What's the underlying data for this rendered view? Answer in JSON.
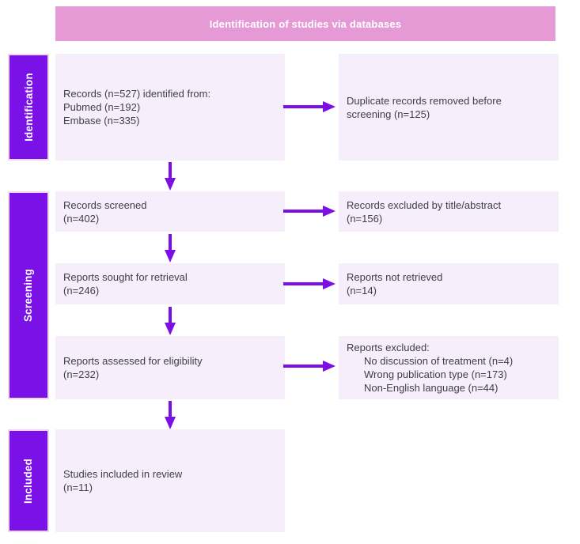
{
  "header": {
    "banner": "Identification of studies via databases"
  },
  "stages": {
    "identification": "Identification",
    "screening": "Screening",
    "included": "Included"
  },
  "flow": {
    "records_identified": {
      "lines": [
        "Records (n=527) identified from:",
        "Pubmed (n=192)",
        "Embase (n=335)"
      ]
    },
    "duplicates_removed": {
      "lines": [
        "Duplicate records removed before",
        "screening (n=125)"
      ]
    },
    "records_screened": {
      "lines": [
        "Records screened",
        "(n=402)"
      ]
    },
    "records_excluded": {
      "lines": [
        "Records excluded by title/abstract",
        "(n=156)"
      ]
    },
    "reports_sought": {
      "lines": [
        "Reports sought for retrieval",
        "(n=246)"
      ]
    },
    "reports_not_retrieved": {
      "lines": [
        "Reports not retrieved",
        "(n=14)"
      ]
    },
    "reports_assessed": {
      "lines": [
        "Reports assessed for eligibility",
        "(n=232)"
      ]
    },
    "reports_excluded": {
      "title": "Reports excluded:",
      "items": [
        "No discussion of treatment (n=4)",
        "Wrong publication type (n=173)",
        "Non-English language (n=44)"
      ]
    },
    "studies_included": {
      "lines": [
        "Studies included in review",
        "(n=11)"
      ]
    }
  },
  "colors": {
    "banner-bg": "#e59ad6",
    "banner-text": "#ffffff",
    "stage-bg": "#7a12e8",
    "stage-text": "#ffffff",
    "box-bg": "#f6effb",
    "arrow": "#7b0fe4",
    "text": "#3f3e47"
  }
}
